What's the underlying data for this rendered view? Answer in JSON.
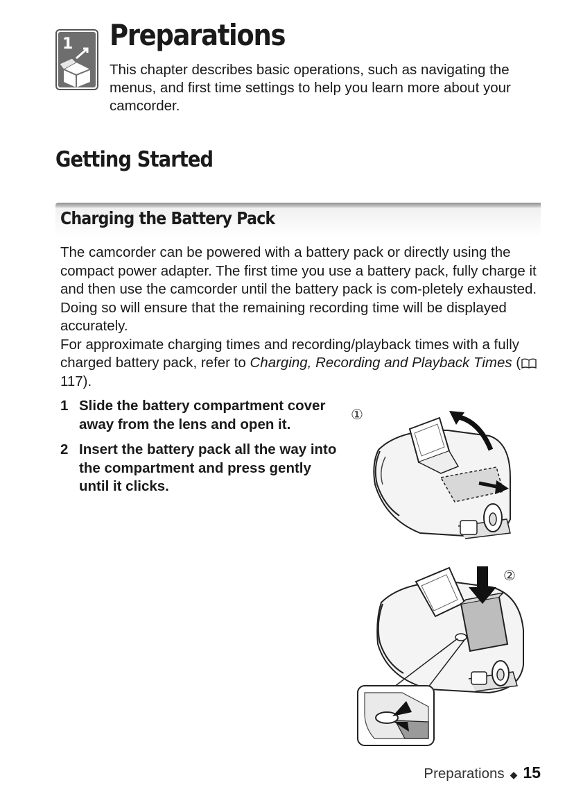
{
  "chapter": {
    "number": "1",
    "title": "Preparations",
    "intro": "This chapter describes basic operations, such as navigating the menus, and first time settings to help you learn more about your camcorder."
  },
  "section": {
    "title": "Getting Started"
  },
  "subsection": {
    "title": "Charging the Battery Pack"
  },
  "body": {
    "p1": "The camcorder can be powered with a battery pack or directly using the compact power adapter. The first time you use a battery pack, fully charge it and then use the camcorder until the battery pack is com-pletely exhausted. Doing so will ensure that the remaining recording time will be displayed accurately.",
    "p2_lead": "For approximate charging times and recording/playback times with a fully charged battery pack, refer to ",
    "p2_ref": "Charging, Recording and Playback Times",
    "p2_open": " (",
    "p2_page": " 117).",
    "ref_icon": "book-icon"
  },
  "steps": [
    {
      "num": "1",
      "text": "Slide the battery compartment cover away from the lens and open it."
    },
    {
      "num": "2",
      "text": "Insert the battery pack all the way into the compartment and press gently until it clicks."
    }
  ],
  "illustrations": {
    "step1_marker": "①",
    "step2_marker": "②"
  },
  "footer": {
    "chapter_name": "Preparations",
    "separator": "◆",
    "page": "15"
  }
}
